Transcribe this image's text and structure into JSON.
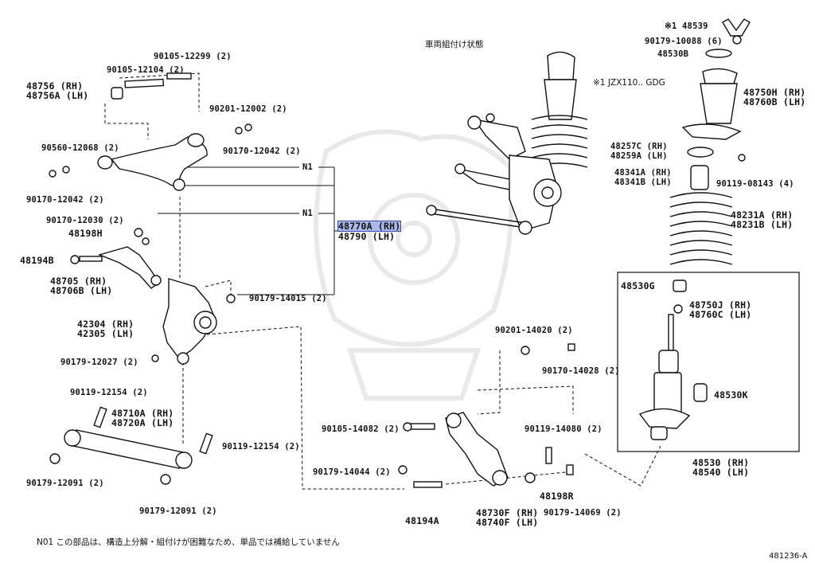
{
  "header": {
    "vehicle_state": "車両組付け状態",
    "applicability": "※1 JZX110.. GDG"
  },
  "labels": {
    "p48539": "※1 48539",
    "p90179_10088": "90179-10088 (6)",
    "p48530b": "48530B",
    "p90105_12299": "90105-12299 (2)",
    "p90105_12104": "90105-12104 (2)",
    "p48756": "48756 (RH)",
    "p48756a": "48756A (LH)",
    "p90201_12002": "90201-12002 (2)",
    "p90560_12068": "90560-12068 (2)",
    "p90170_12042a": "90170-12042 (2)",
    "p90170_12042b": "90170-12042 (2)",
    "p48750h": "48750H (RH)",
    "p48760b": "48760B (LH)",
    "p48257c": "48257C (RH)",
    "p48259a": "48259A (LH)",
    "p48341a": "48341A (RH)",
    "p48341b": "48341B (LH)",
    "p90119_08143": "90119-08143 (4)",
    "n1a": "N1",
    "n1b": "N1",
    "p48770a": "48770A (RH)",
    "p48790": "48790 (LH)",
    "p90170_12030": "90170-12030 (2)",
    "p48198h": "48198H",
    "p48194b": "48194B",
    "p48705": "48705 (RH)",
    "p48706b": "48706B (LH)",
    "p48231a": "48231A (RH)",
    "p48231b": "48231B (LH)",
    "p90179_14015": "90179-14015 (2)",
    "p48530g": "48530G",
    "p48750j": "48750J (RH)",
    "p48760c": "48760C (LH)",
    "p42304": "42304 (RH)",
    "p42305": "42305 (LH)",
    "p90201_14020": "90201-14020 (2)",
    "p90179_12027": "90179-12027 (2)",
    "p90170_14028": "90170-14028 (2)",
    "p48530k": "48530K",
    "p90119_12154a": "90119-12154 (2)",
    "p48710a": "48710A (RH)",
    "p48720a": "48720A (LH)",
    "p90105_14082": "90105-14082 (2)",
    "p90119_14080": "90119-14080 (2)",
    "p90119_12154b": "90119-12154 (2)",
    "p48530": "48530 (RH)",
    "p48540": "48540 (LH)",
    "p90179_14044": "90179-14044 (2)",
    "p48198r": "48198R",
    "p90179_12091a": "90179-12091 (2)",
    "p90179_12091b": "90179-12091 (2)",
    "p48730f": "48730F (RH)",
    "p48740f": "48740F (LH)",
    "p90179_14069": "90179-14069 (2)",
    "p48194a": "48194A"
  },
  "footnote": "N01 この部品は、構造上分解・組付けが困難なため、単品では補給していません",
  "figure_id": "481236-A",
  "colors": {
    "highlight": "#aab8e8",
    "ink": "#111111"
  }
}
